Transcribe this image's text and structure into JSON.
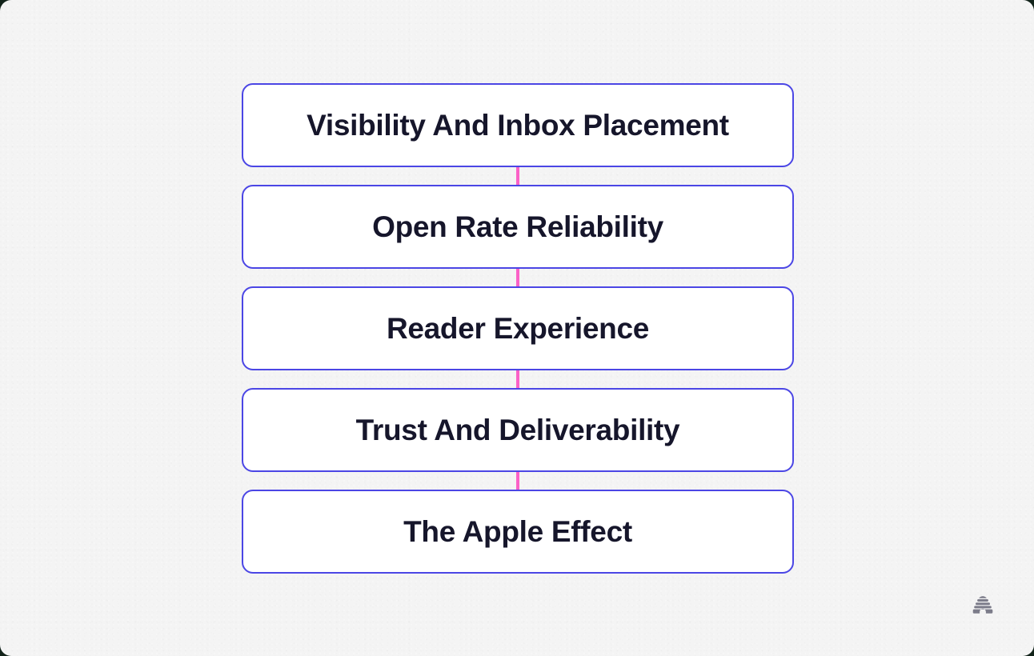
{
  "page": {
    "background_color": "#f4f4f4",
    "canvas_corner_radius": 14
  },
  "diagram": {
    "type": "vertical-flowchart",
    "node_border_color": "#4b46e5",
    "node_fill_color": "#ffffff",
    "node_text_color": "#16162b",
    "connector_color": "#fb61c7",
    "nodes": [
      {
        "label": "Visibility And Inbox Placement"
      },
      {
        "label": "Open Rate Reliability"
      },
      {
        "label": "Reader Experience"
      },
      {
        "label": "Trust And Deliverability"
      },
      {
        "label": "The Apple Effect"
      }
    ],
    "connectors": [
      {
        "from": 0,
        "to": 1
      },
      {
        "from": 1,
        "to": 2
      },
      {
        "from": 2,
        "to": 3
      },
      {
        "from": 3,
        "to": 4
      }
    ]
  },
  "watermark": {
    "icon": "beehive-icon",
    "color": "#7c7c8a"
  }
}
